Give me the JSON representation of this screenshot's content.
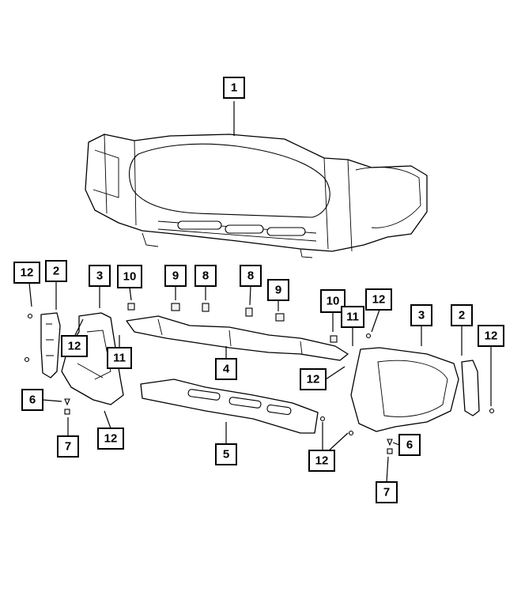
{
  "diagram": {
    "callouts": [
      {
        "id": "c1",
        "label": "1"
      },
      {
        "id": "c2a",
        "label": "2"
      },
      {
        "id": "c2b",
        "label": "2"
      },
      {
        "id": "c3a",
        "label": "3"
      },
      {
        "id": "c3b",
        "label": "3"
      },
      {
        "id": "c4",
        "label": "4"
      },
      {
        "id": "c5",
        "label": "5"
      },
      {
        "id": "c6a",
        "label": "6"
      },
      {
        "id": "c6b",
        "label": "6"
      },
      {
        "id": "c7a",
        "label": "7"
      },
      {
        "id": "c7b",
        "label": "7"
      },
      {
        "id": "c8a",
        "label": "8"
      },
      {
        "id": "c8b",
        "label": "8"
      },
      {
        "id": "c9a",
        "label": "9"
      },
      {
        "id": "c9b",
        "label": "9"
      },
      {
        "id": "c10a",
        "label": "10"
      },
      {
        "id": "c10b",
        "label": "10"
      },
      {
        "id": "c11a",
        "label": "11"
      },
      {
        "id": "c11b",
        "label": "11"
      },
      {
        "id": "c12a",
        "label": "12"
      },
      {
        "id": "c12b",
        "label": "12"
      },
      {
        "id": "c12c",
        "label": "12"
      },
      {
        "id": "c12d",
        "label": "12"
      },
      {
        "id": "c12e",
        "label": "12"
      },
      {
        "id": "c12f",
        "label": "12"
      },
      {
        "id": "c12g",
        "label": "12"
      }
    ]
  }
}
